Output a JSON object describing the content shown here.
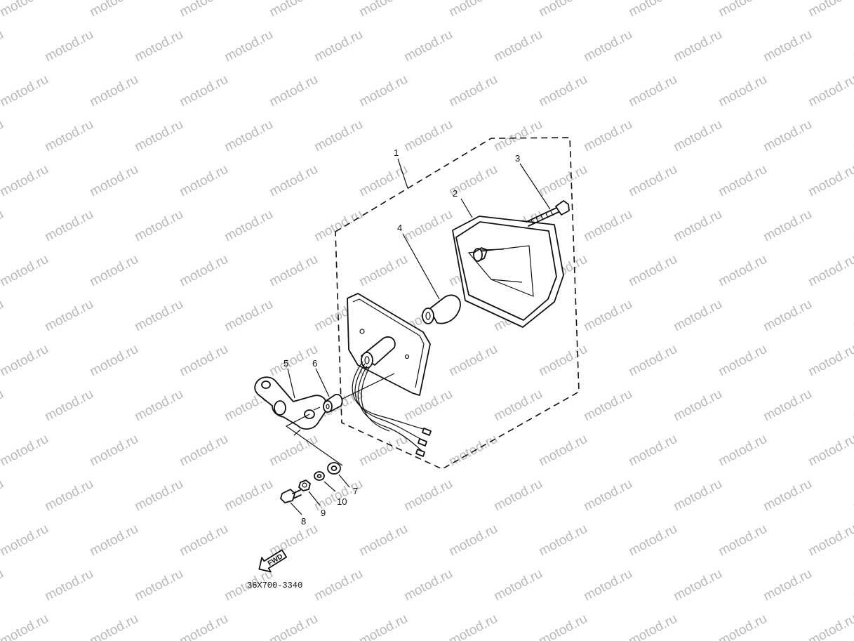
{
  "watermark": "motod.ru",
  "diagram_code": "36X700-3340",
  "fwd_label": "FWD",
  "parts": [
    {
      "number": "1"
    },
    {
      "number": "2"
    },
    {
      "number": "3"
    },
    {
      "number": "4"
    },
    {
      "number": "5"
    },
    {
      "number": "6"
    },
    {
      "number": "7"
    },
    {
      "number": "8"
    },
    {
      "number": "9"
    },
    {
      "number": "10"
    }
  ]
}
